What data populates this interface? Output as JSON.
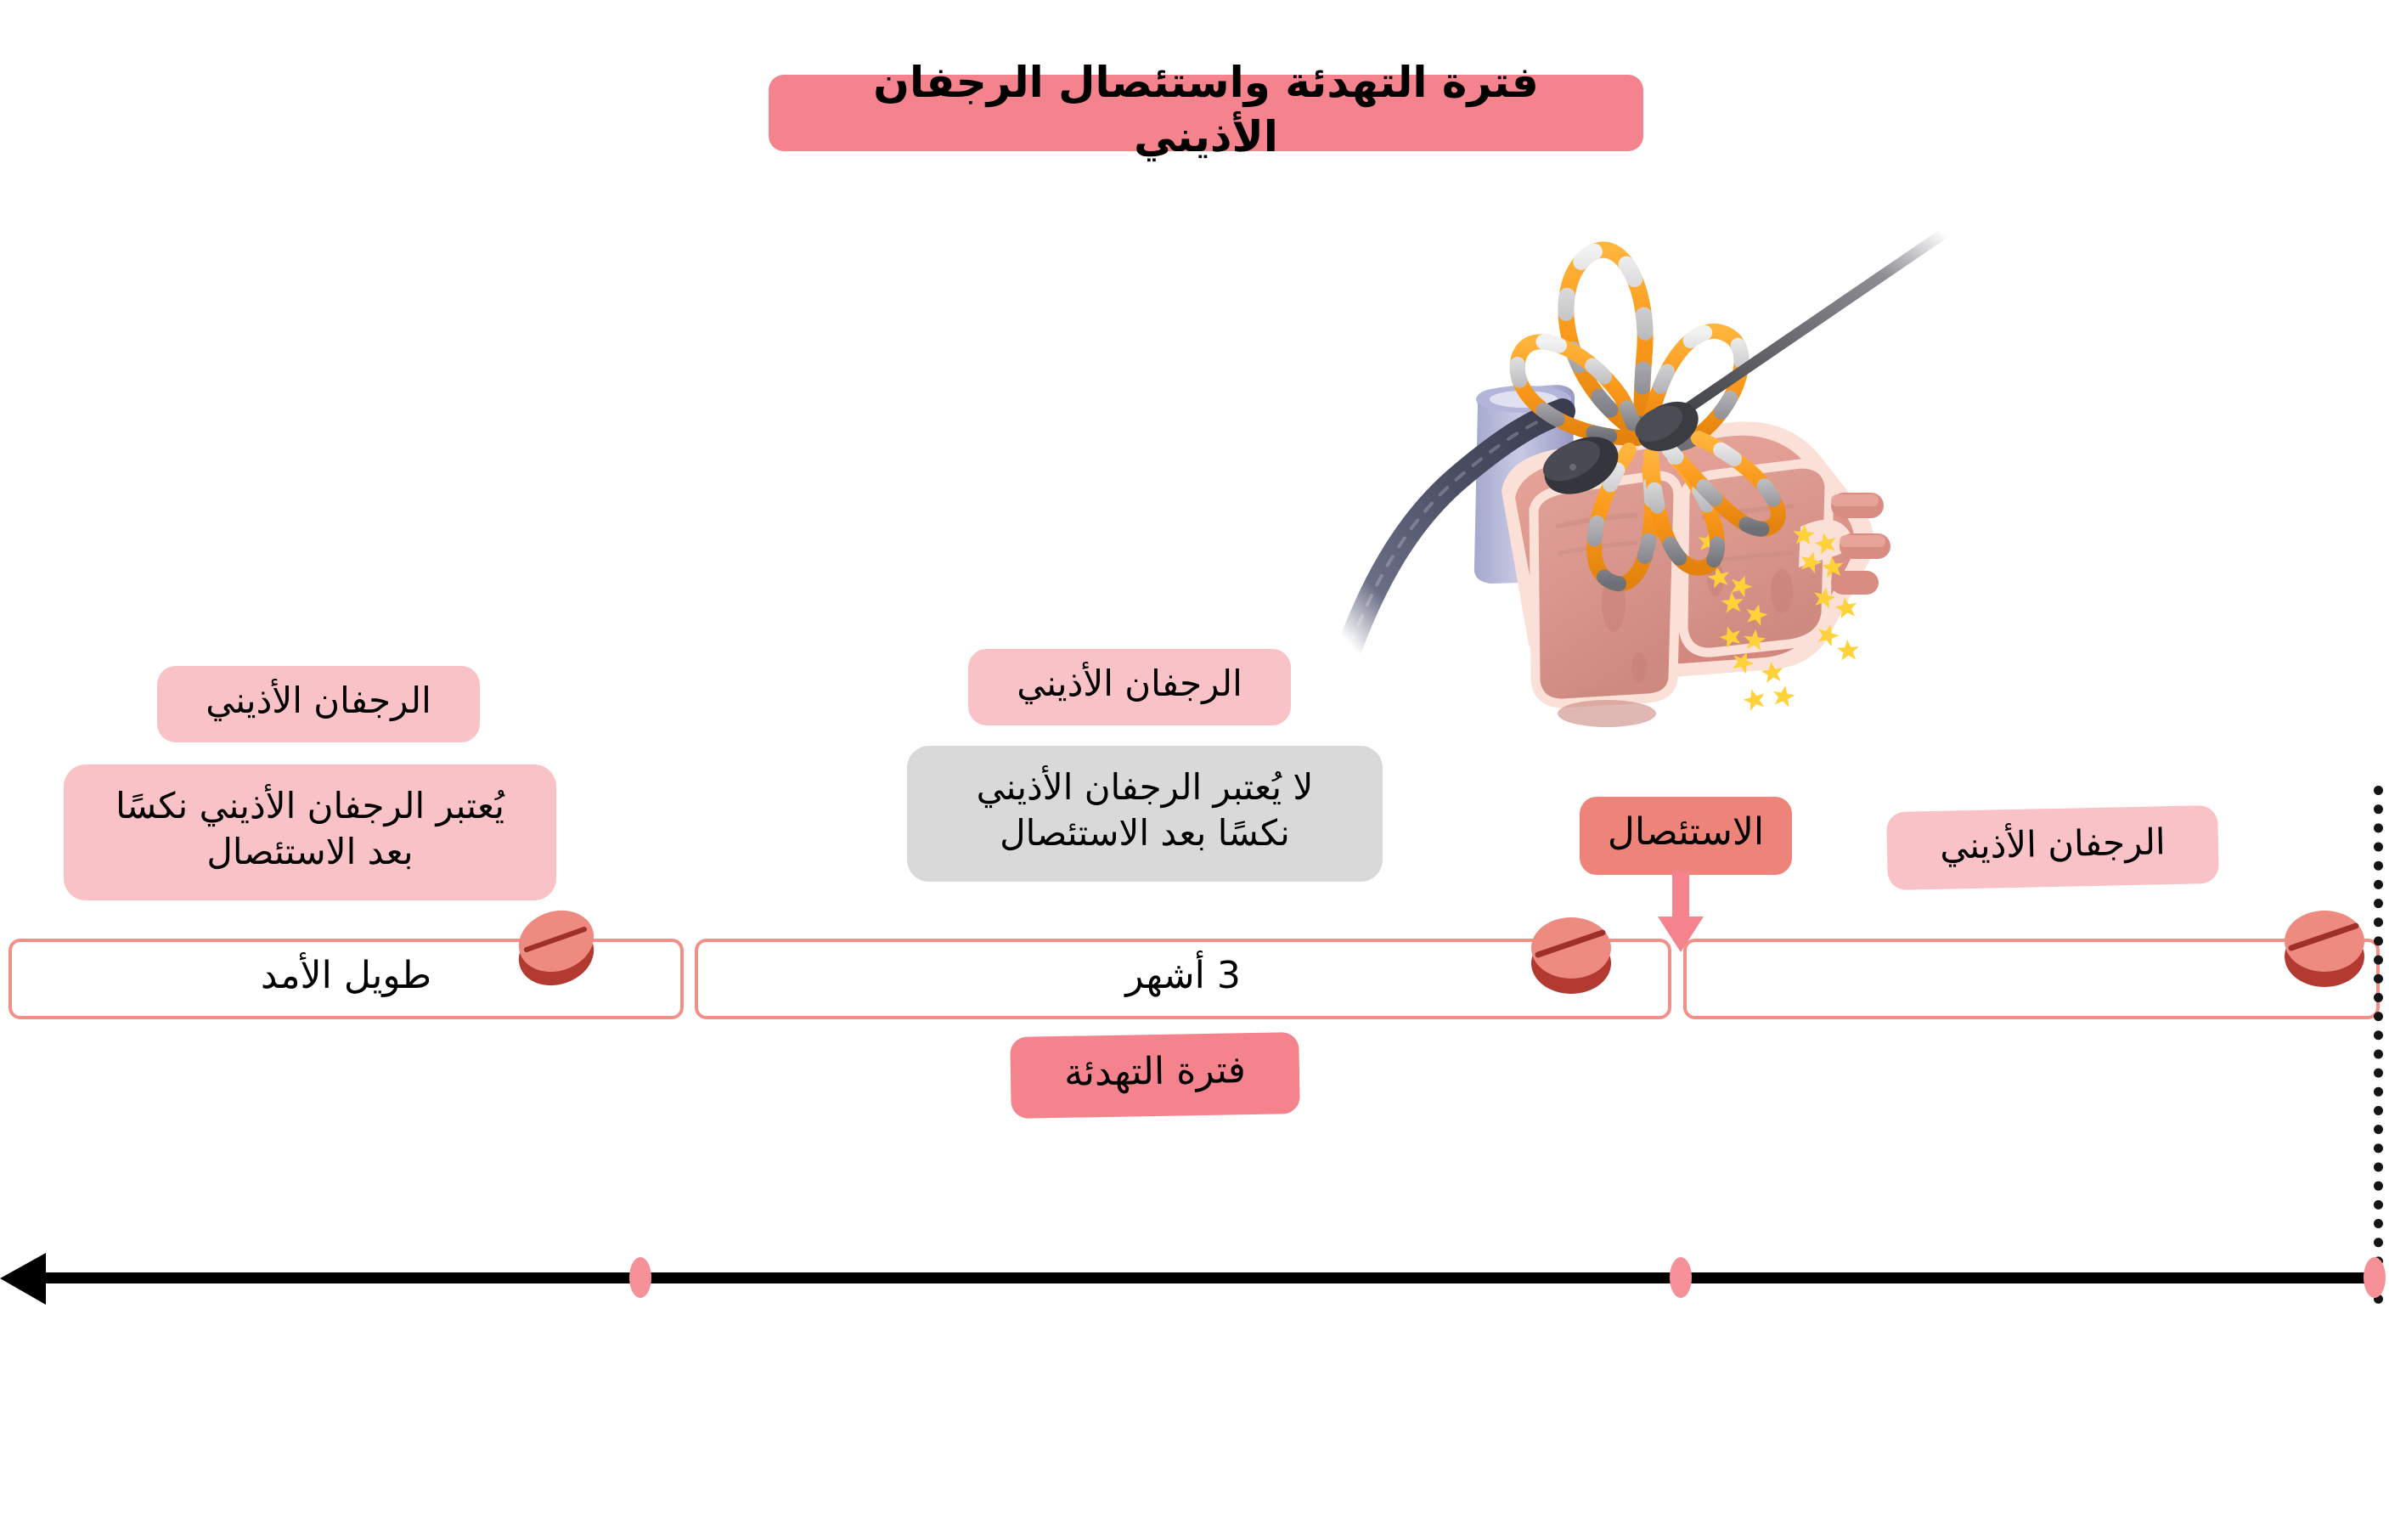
{
  "title": {
    "text": "فترة التهدئة واستئصال الرجفان الأذيني"
  },
  "labels": {
    "af_left": "الرجفان الأذيني",
    "af_middle": "الرجفان الأذيني",
    "af_right": "الرجفان الأذيني",
    "note_left": "يُعتبر الرجفان الأذيني نكسًا\nبعد الاستئصال",
    "note_middle": "لا يُعتبر الرجفان الأذيني\nنكسًا بعد الاستئصال",
    "ablation": "الاستئصال",
    "blanking_period": "فترة التهدئة"
  },
  "timeline": {
    "segments": [
      {
        "id": "long-term",
        "label": "طويل الأمد"
      },
      {
        "id": "three-months",
        "label": "3 أشهر"
      },
      {
        "id": "post-ablation",
        "label": ""
      }
    ]
  },
  "icons": {
    "pill": "pill-icon",
    "heart": "heart-ablation-catheter-illustration",
    "arrow_down": "arrow-down-icon",
    "arrow_left": "arrow-left-icon"
  },
  "colors": {
    "title_pink": "#f4838e",
    "label_pink": "#f9c2c6",
    "note_gray": "#d9d9d9",
    "ablation_salmon": "#ee837a",
    "segment_border": "#f09086",
    "axis_black": "#000000",
    "marker_pink": "#f79199",
    "catheter_orange": "#fb9a23",
    "lesion_yellow": "#ffd23a"
  }
}
